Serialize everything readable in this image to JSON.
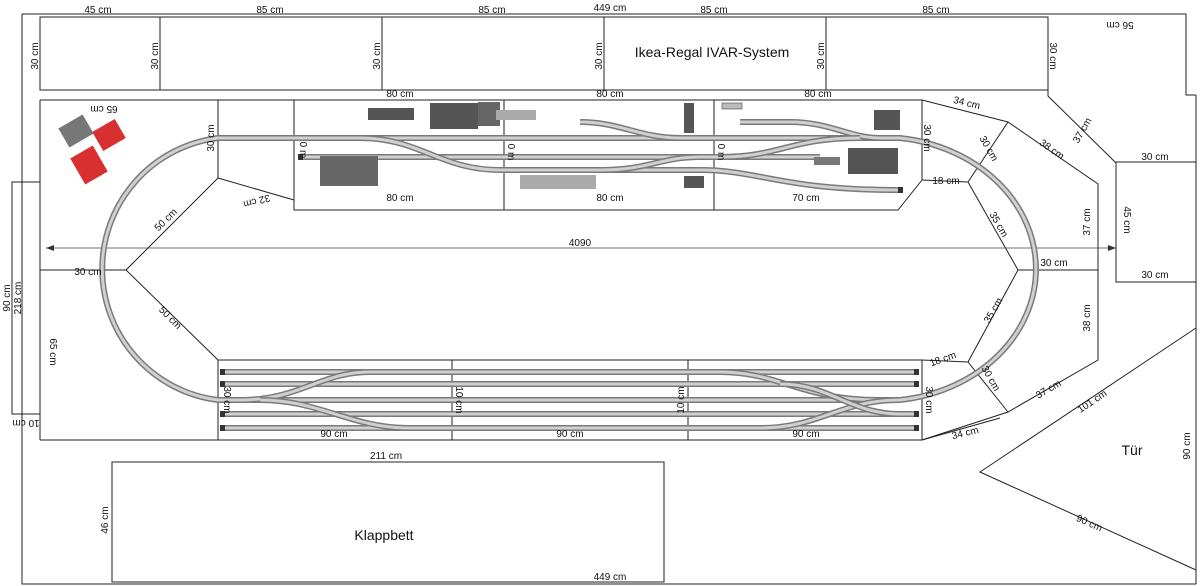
{
  "room": {
    "shelf_title": "Ikea-Regal IVAR-System",
    "bed_label": "Klappbett",
    "door_label": "Tür",
    "overall_length": "4090"
  },
  "dimensions": {
    "top_total": "449 cm",
    "bottom_total": "449 cm",
    "shelf_45": "45 cm",
    "shelf_85": "85 cm",
    "shelf_depth": "30 cm",
    "top_right_56": "56 cm",
    "module_80": "80 cm",
    "module_70": "70 cm",
    "module_90": "90 cm",
    "diag_65": "65 cm",
    "diag_32": "32 cm",
    "diag_50": "50 cm",
    "side_65": "65 cm",
    "width_30": "30 cm",
    "height_218": "218 cm",
    "height_90": "90 cm",
    "gap_10": "10 cm",
    "right_34": "34 cm",
    "right_37": "37 cm",
    "right_38": "38 cm",
    "right_18": "18 cm",
    "right_35": "35 cm",
    "box_45": "45 cm",
    "bed_211": "211 cm",
    "bed_46": "46 cm",
    "door_101": "101 cm",
    "door_90": "90 cm",
    "track_30": "30 cm",
    "joint_0": "0 m",
    "joint_10": "10 cm"
  },
  "colors": {
    "wall": "#222222",
    "track_rail": "#7a7a7a",
    "track_bed": "#d0d0d0",
    "building_dark": "#555555",
    "building_red": "#d83030"
  }
}
